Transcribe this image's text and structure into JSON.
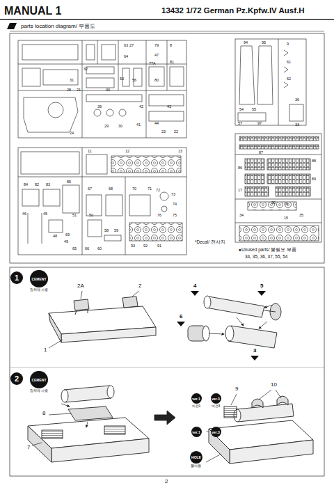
{
  "diagram": {
    "title": "MANUAL 1",
    "nodes": [
      {
        "text": [
          "1"
        ]
      },
      {
        "text": [
          "CEMENT",
          "접착제 사용"
        ]
      },
      {
        "text": [
          "2"
        ]
      },
      {
        "text": [
          "CEMENT",
          "접착제 사용"
        ]
      },
      {
        "text": [
          "ver.1",
          "버전1"
        ]
      },
      {
        "text": [
          "ver.3",
          "버전3"
        ]
      },
      {
        "text": [
          "ver.1"
        ]
      },
      {
        "text": [
          "ver.3"
        ]
      },
      {
        "text": [
          "HOLE",
          "뚫어줌"
        ]
      }
    ],
    "labels": [
      "13432 1/72 German Pz.Kpfw.IV Ausf.H",
      "parts location diagram/ 부품도",
      "*Decal/ 전사지",
      "●Unused parts/ 불필요 부품",
      "34, 35, 36, 37, 55, 54",
      "2A",
      "2",
      "1",
      "4",
      "5",
      "6",
      "3",
      "8",
      "7",
      "9",
      "10",
      "~",
      "2",
      "63",
      "64",
      "27",
      "79",
      "8",
      "47",
      "53",
      "56",
      "32",
      "31",
      "21",
      "28",
      "80",
      "81",
      "77A",
      "40",
      "43",
      "42",
      "44",
      "22",
      "23",
      "24",
      "29",
      "30",
      "39",
      "41",
      "94",
      "95",
      "9",
      "61",
      "62",
      "54",
      "55",
      "57",
      "97",
      "36",
      "33",
      "87",
      "88",
      "89",
      "90",
      "86",
      "34",
      "35",
      "15",
      "16",
      "17",
      "11",
      "12",
      "13",
      "84",
      "82",
      "83",
      "85",
      "67",
      "68",
      "70",
      "71",
      "72",
      "73",
      "74",
      "75",
      "76",
      "65",
      "66",
      "50",
      "51",
      "69",
      "49",
      "93",
      "92",
      "91",
      "46",
      "48",
      "45",
      "60",
      "58",
      "59"
    ]
  }
}
